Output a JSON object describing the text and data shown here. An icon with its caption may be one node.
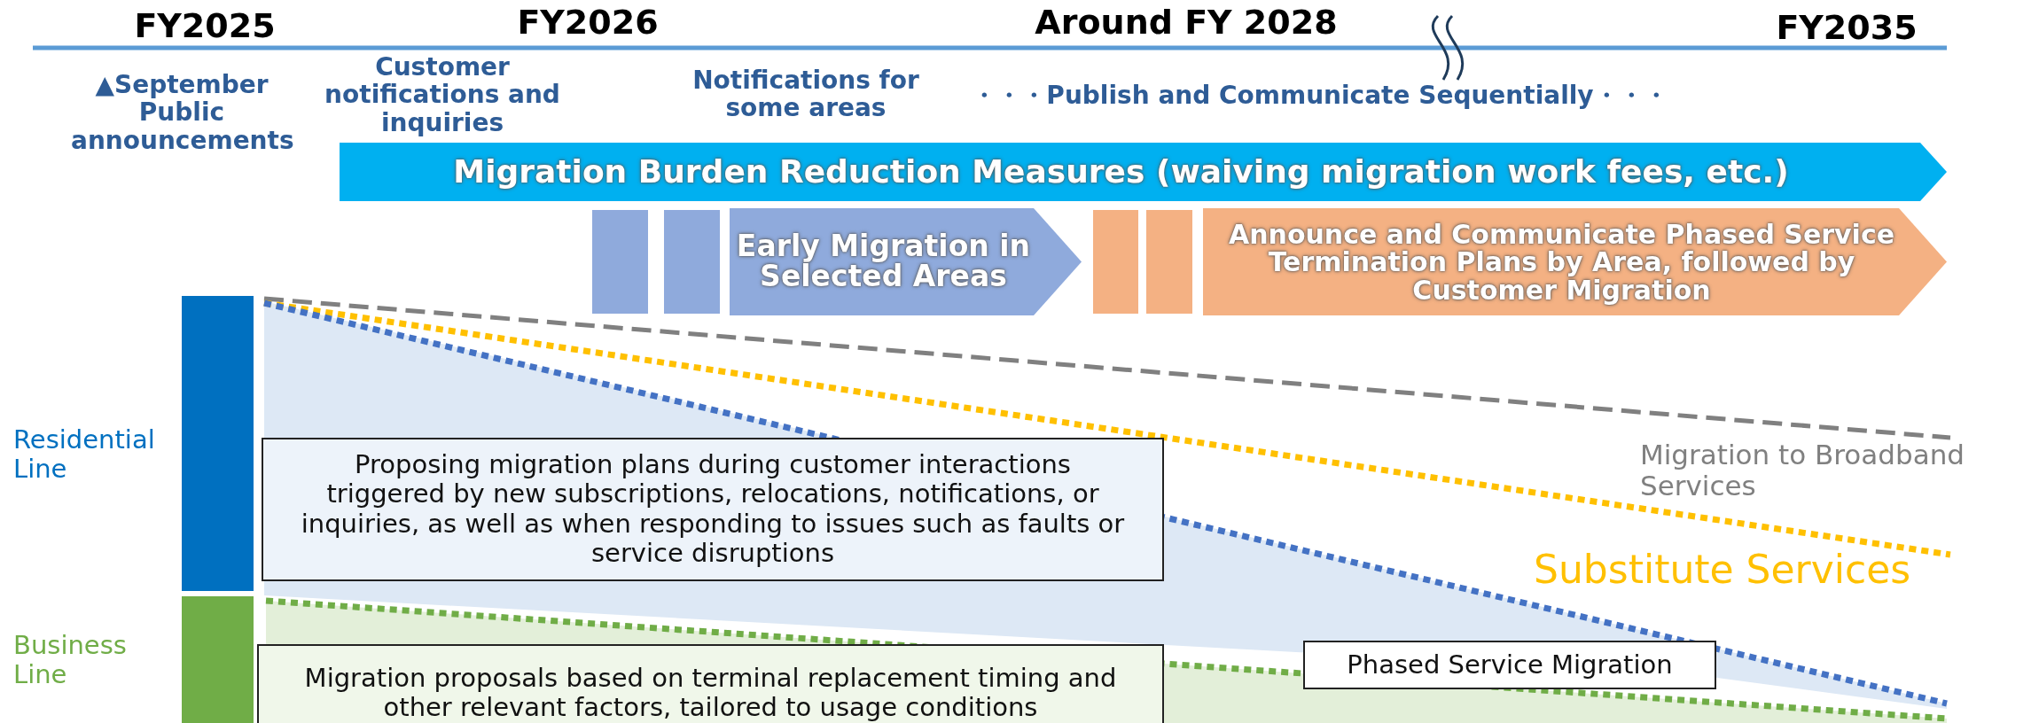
{
  "diagram": {
    "nodes": [
      {
        "text": [
          "Migration Burden Reduction Measures (waiving migration work fees, etc.)"
        ]
      },
      {
        "text": [],
        "shape": "box"
      },
      {
        "text": [],
        "shape": "box"
      },
      {
        "text": [
          "Early Migration in Selected Areas"
        ]
      },
      {
        "text": [],
        "shape": "box"
      },
      {
        "text": [],
        "shape": "box"
      },
      {
        "text": [
          "Announce and Communicate Phased Service Termination Plans by Area, followed by Customer Migration"
        ]
      },
      {
        "text": [],
        "shape": "bar",
        "beside": [
          "Residential Line"
        ]
      },
      {
        "text": [],
        "shape": "bar",
        "beside": [
          "Business Line"
        ]
      },
      {
        "text": [
          "Proposing migration plans during customer interactions triggered by new subscriptions, relocations, notifications, or inquiries, as well as when responding to issues such as faults or service disruptions"
        ]
      },
      {
        "text": [
          "Migration proposals based on terminal replacement timing and other relevant factors, tailored to usage conditions"
        ]
      },
      {
        "text": [
          "Phased Service Migration"
        ]
      }
    ],
    "edges": [],
    "labels": [
      "FY2025",
      "FY2026",
      "Around FY 2028",
      "FY2035",
      "▲September Public announcements",
      "Customer notifications and inquiries",
      "Notifications for some areas",
      "・・・Publish and Communicate Sequentially・・・",
      "Migration to Broadband Services",
      "Substitute Services"
    ]
  }
}
